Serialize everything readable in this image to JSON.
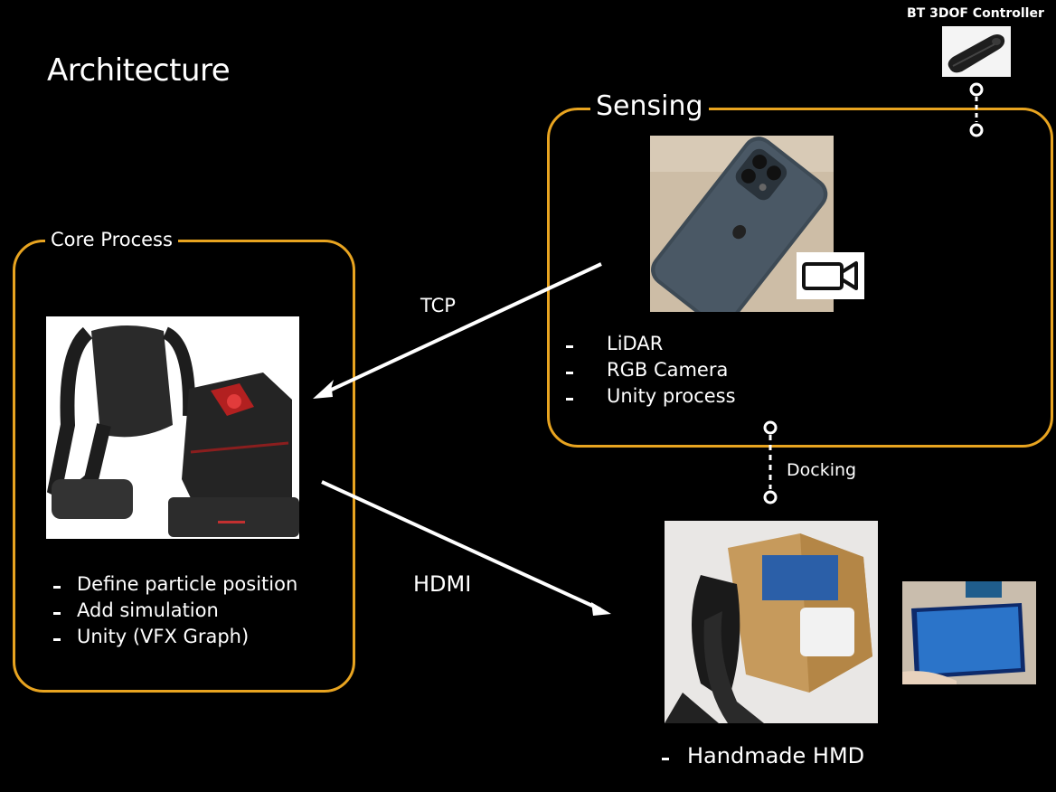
{
  "title": "Architecture",
  "controller_label": "BT 3DOF Controller",
  "sensing": {
    "label": "Sensing",
    "bullets": [
      "LiDAR",
      "RGB Camera",
      "Unity process"
    ]
  },
  "core": {
    "label": "Core Process",
    "bullets": [
      "Define particle position",
      "Add simulation",
      "Unity (VFX Graph)"
    ]
  },
  "connections": {
    "tcp": "TCP",
    "hdmi": "HDMI",
    "docking": "Docking"
  },
  "hmd": {
    "bullets": [
      "Handmade HMD"
    ]
  },
  "colors": {
    "box_border": "#e8a420",
    "background": "#000000",
    "text": "#ffffff"
  },
  "icons": [
    "video-camera-icon",
    "vr-controller-icon"
  ]
}
